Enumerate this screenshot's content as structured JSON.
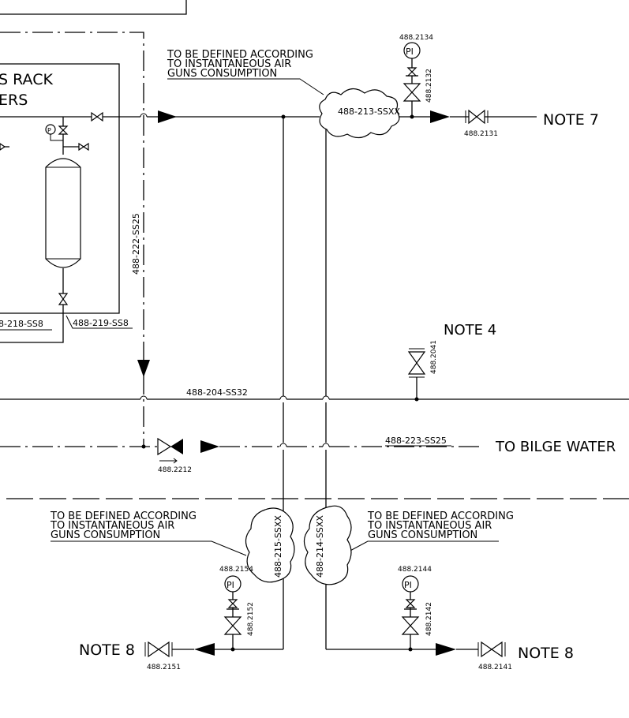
{
  "texts": {
    "rack_line1": "S RACK",
    "rack_line2": "ERS",
    "line_222": "488-222-SS25",
    "line_218": "8-218-SS8",
    "line_219": "488-219-SS8",
    "line_204": "488-204-SS32",
    "line_223": "488-223-SS25",
    "line_213": "488-213-SSXX",
    "line_215": "488-215-SSXX",
    "line_214": "488-214-SSXX",
    "top_note": [
      "TO BE DEFINED ACCORDING",
      "TO INSTANTANEOUS AIR",
      "GUNS CONSUMPTION"
    ],
    "left_note": [
      "TO BE DEFINED ACCORDING",
      "TO INSTANTANEOUS AIR",
      "GUNS CONSUMPTION"
    ],
    "right_note": [
      "TO BE DEFINED ACCORDING",
      "TO INSTANTANEOUS AIR",
      "GUNS CONSUMPTION"
    ],
    "note_7": "NOTE 7",
    "note_4": "NOTE 4",
    "note_8_left": "NOTE 8",
    "note_8_right": "NOTE 8",
    "to_bilge": "TO BILGE WATER",
    "pi": "PI",
    "pi_small": "P"
  },
  "tags": {
    "t2134": "488.2134",
    "t2132": "488.2132",
    "t2131": "488.2131",
    "t2041": "488.2041",
    "t2212": "488.2212",
    "t2154": "488.2154",
    "t2152": "488.2152",
    "t2151": "488.2151",
    "t2144": "488.2144",
    "t2142": "488.2142",
    "t2141": "488.2141"
  }
}
